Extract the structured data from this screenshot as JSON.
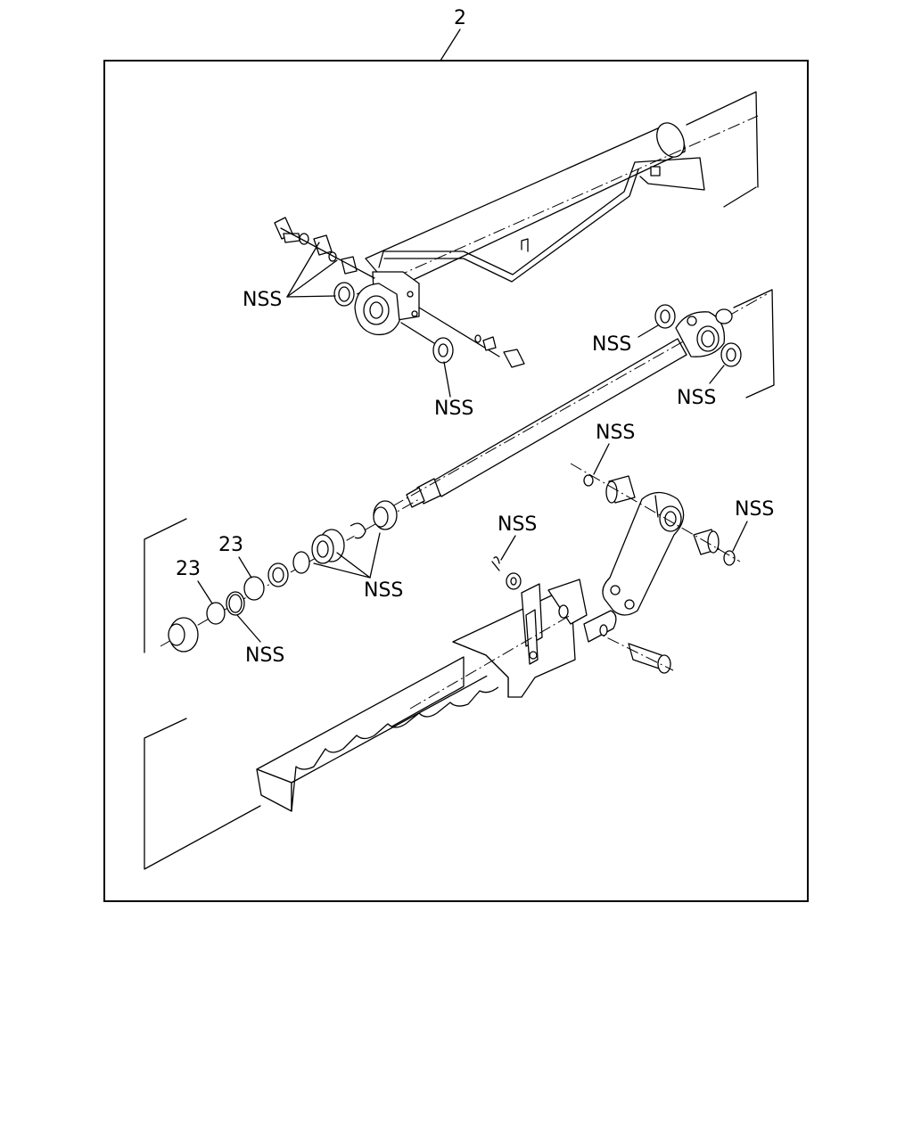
{
  "diagram": {
    "assembly_callout": "2",
    "labels": {
      "nss_fitting_seals": "NSS",
      "nss_lower_seal": "NSS",
      "nss_shaft_seal_left": "NSS",
      "nss_shaft_seal_right": "NSS",
      "nss_pin_ring_top": "NSS",
      "nss_pin_ring_right": "NSS",
      "nss_cotter_pin": "NSS",
      "nss_piston_kit": "NSS",
      "part_23_left": "23",
      "part_23_right": "23",
      "nss_oring": "NSS"
    }
  }
}
